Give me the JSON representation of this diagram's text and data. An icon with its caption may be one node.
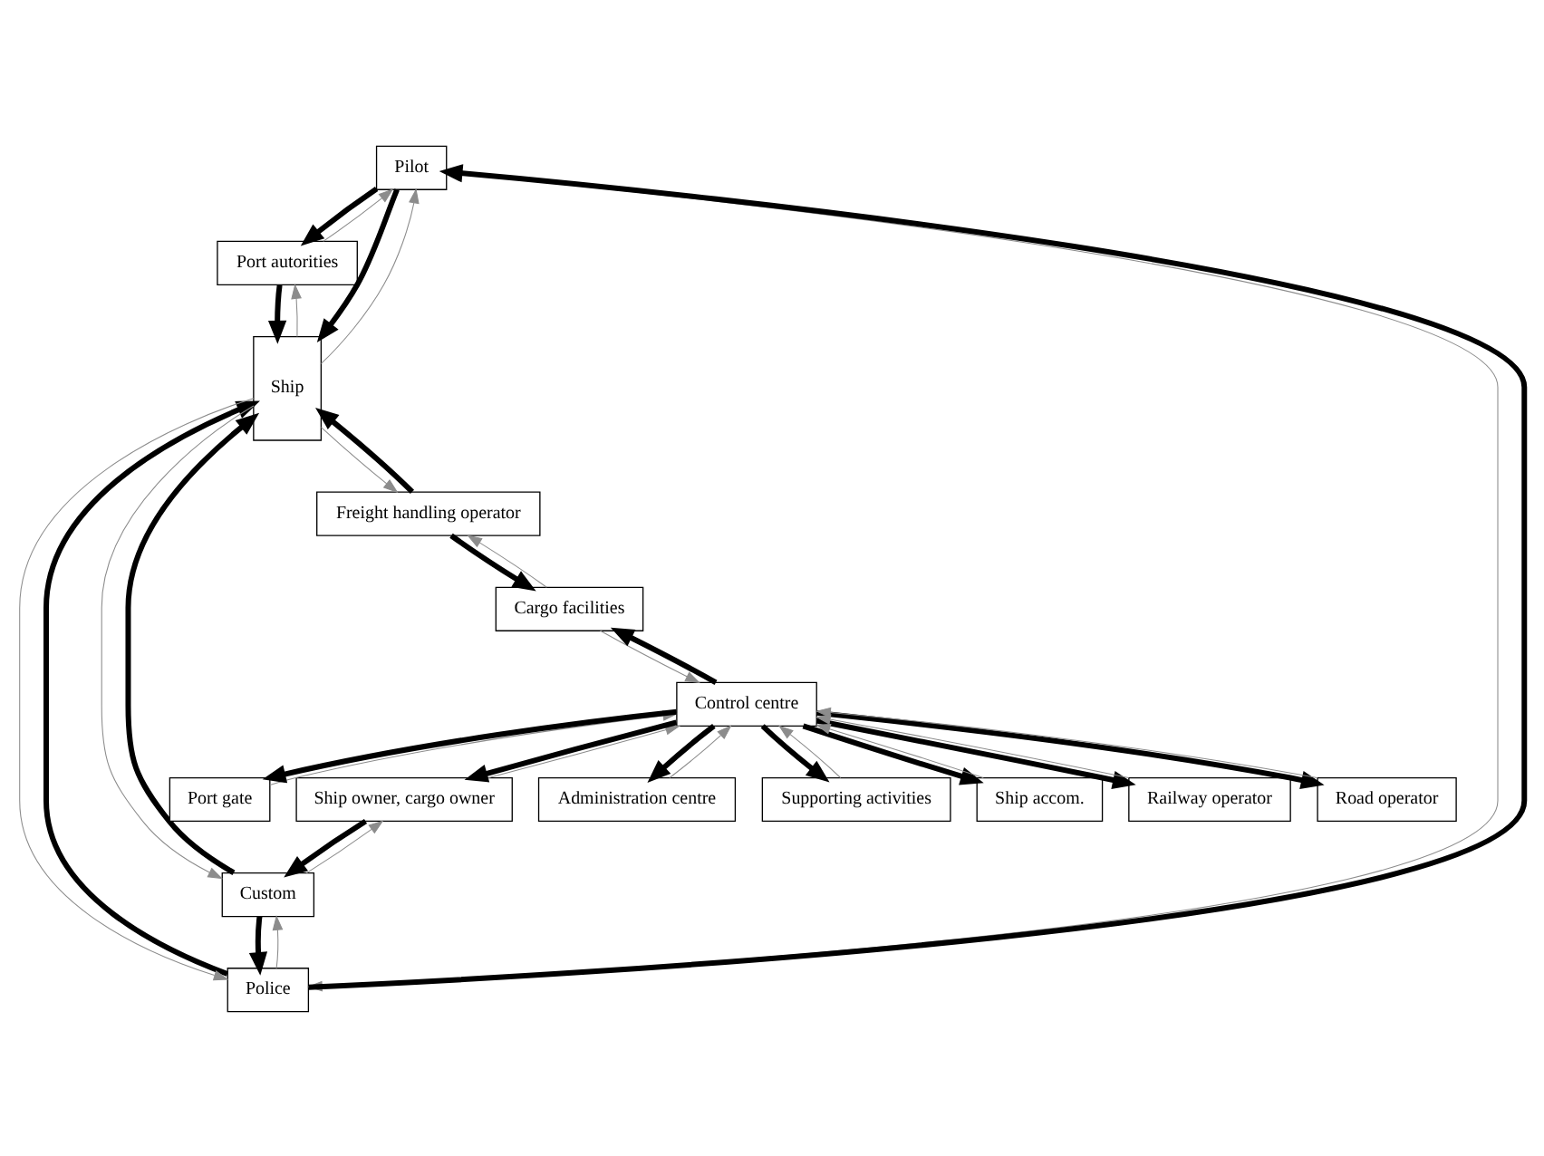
{
  "diagram": {
    "nodes": [
      {
        "text": [
          "Pilot"
        ]
      },
      {
        "text": [
          "Port autorities"
        ]
      },
      {
        "text": [
          "Police"
        ]
      },
      {
        "text": [
          "Custom"
        ]
      },
      {
        "text": [
          "Ship"
        ]
      },
      {
        "text": [
          "Freight handling operator"
        ]
      },
      {
        "text": [
          "Port gate"
        ]
      },
      {
        "text": [
          "Ship owner, cargo owner"
        ]
      },
      {
        "text": [
          "Cargo facilities"
        ]
      },
      {
        "text": [
          "Control centre"
        ]
      },
      {
        "text": [
          "Administration centre"
        ]
      },
      {
        "text": [
          "Supporting activities"
        ]
      },
      {
        "text": [
          "Ship accom."
        ]
      },
      {
        "text": [
          "Railway operator"
        ]
      },
      {
        "text": [
          "Road operator"
        ]
      }
    ],
    "edges": [
      {
        "from": 0,
        "to": 1,
        "arrow": "to",
        "style": "thick"
      },
      {
        "from": 1,
        "to": 0,
        "arrow": "to",
        "color": "#8c8c8c"
      },
      {
        "from": 2,
        "to": 0,
        "arrow": "to",
        "style": "thick"
      },
      {
        "from": 0,
        "to": 2,
        "arrow": "to",
        "color": "#8c8c8c"
      },
      {
        "from": 0,
        "to": 4,
        "arrow": "to",
        "style": "thick"
      },
      {
        "from": 4,
        "to": 0,
        "arrow": "to",
        "color": "#8c8c8c"
      },
      {
        "from": 2,
        "to": 4,
        "arrow": "to",
        "style": "thick"
      },
      {
        "from": 4,
        "to": 2,
        "arrow": "to",
        "color": "#8c8c8c"
      },
      {
        "from": 3,
        "to": 2,
        "arrow": "to",
        "style": "thick"
      },
      {
        "from": 2,
        "to": 3,
        "arrow": "to",
        "color": "#8c8c8c"
      },
      {
        "from": 3,
        "to": 4,
        "arrow": "to",
        "style": "thick"
      },
      {
        "from": 4,
        "to": 3,
        "arrow": "to",
        "color": "#8c8c8c"
      },
      {
        "from": 1,
        "to": 4,
        "arrow": "to",
        "style": "thick"
      },
      {
        "from": 4,
        "to": 1,
        "arrow": "to",
        "color": "#8c8c8c"
      },
      {
        "from": 5,
        "to": 4,
        "arrow": "to",
        "style": "thick"
      },
      {
        "from": 4,
        "to": 5,
        "arrow": "to",
        "color": "#8c8c8c"
      },
      {
        "from": 7,
        "to": 3,
        "arrow": "to",
        "style": "thick"
      },
      {
        "from": 3,
        "to": 7,
        "arrow": "to",
        "color": "#8c8c8c"
      },
      {
        "from": 5,
        "to": 8,
        "arrow": "to",
        "style": "thick"
      },
      {
        "from": 8,
        "to": 5,
        "arrow": "to",
        "color": "#8c8c8c"
      },
      {
        "from": 9,
        "to": 6,
        "arrow": "to",
        "style": "thick"
      },
      {
        "from": 6,
        "to": 9,
        "arrow": "to",
        "color": "#8c8c8c"
      },
      {
        "from": 9,
        "to": 8,
        "arrow": "to",
        "style": "thick"
      },
      {
        "from": 8,
        "to": 9,
        "arrow": "to",
        "color": "#8c8c8c"
      },
      {
        "from": 9,
        "to": 12,
        "arrow": "to",
        "style": "thick"
      },
      {
        "from": 12,
        "to": 9,
        "arrow": "to",
        "color": "#8c8c8c"
      },
      {
        "from": 9,
        "to": 13,
        "arrow": "to",
        "style": "thick"
      },
      {
        "from": 13,
        "to": 9,
        "arrow": "to",
        "color": "#8c8c8c"
      },
      {
        "from": 9,
        "to": 14,
        "arrow": "to",
        "style": "thick"
      },
      {
        "from": 14,
        "to": 9,
        "arrow": "to",
        "color": "#8c8c8c"
      },
      {
        "from": 9,
        "to": 7,
        "arrow": "to",
        "style": "thick"
      },
      {
        "from": 7,
        "to": 9,
        "arrow": "to",
        "color": "#8c8c8c"
      },
      {
        "from": 9,
        "to": 10,
        "arrow": "to",
        "style": "thick"
      },
      {
        "from": 10,
        "to": 9,
        "arrow": "to",
        "color": "#8c8c8c"
      },
      {
        "from": 9,
        "to": 11,
        "arrow": "to",
        "style": "thick"
      },
      {
        "from": 11,
        "to": 9,
        "arrow": "to",
        "color": "#8c8c8c"
      }
    ]
  }
}
